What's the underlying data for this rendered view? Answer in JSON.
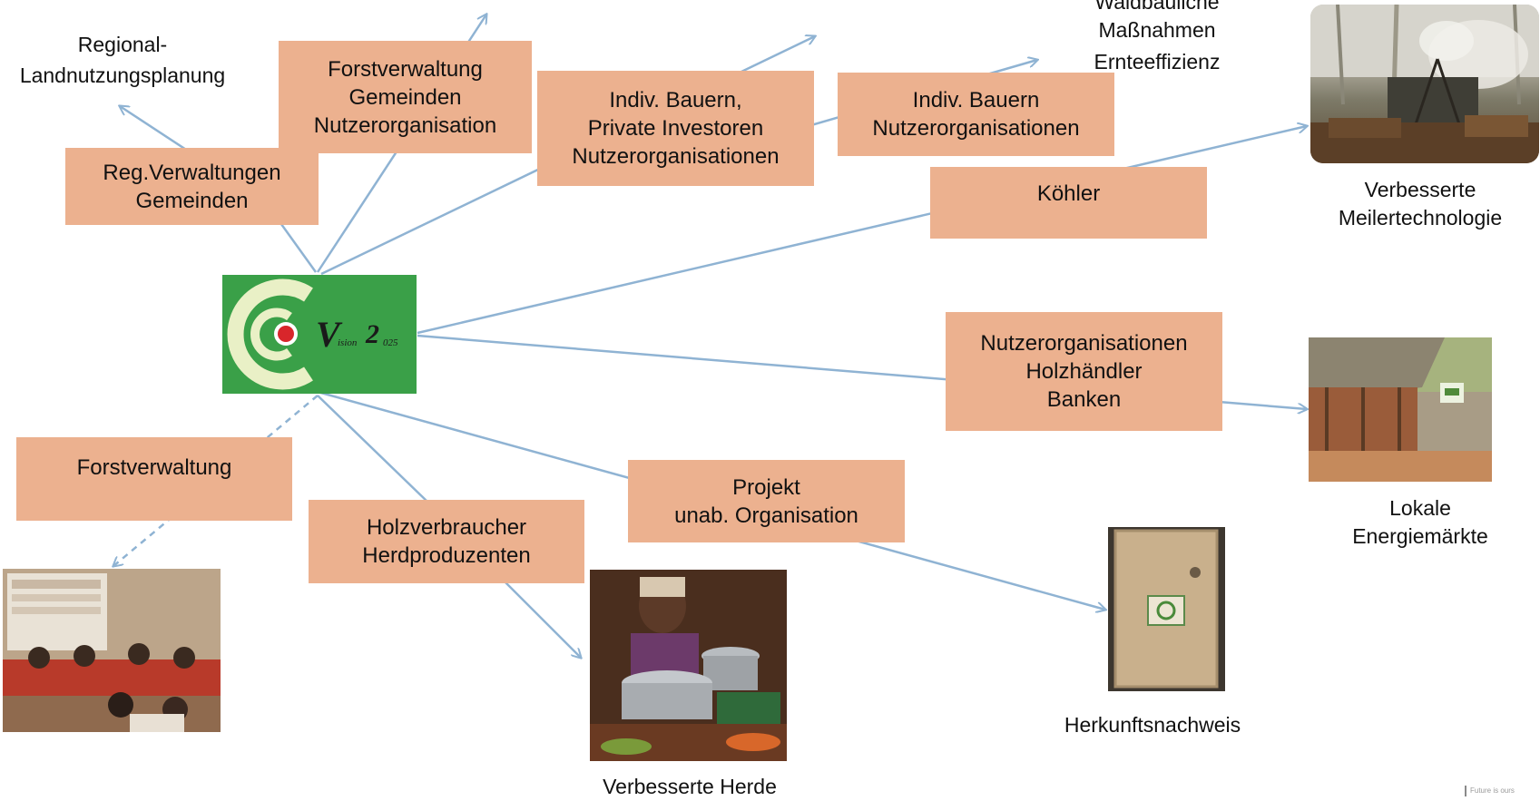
{
  "boxes": {
    "reg_verwaltung": [
      "Reg.Verwaltungen",
      "Gemeinden"
    ],
    "forst_gemeinden": [
      "Forstverwaltung",
      "Gemeinden",
      "Nutzerorganisation"
    ],
    "indiv_private": [
      "Indiv. Bauern,",
      "Private Investoren",
      "Nutzerorganisationen"
    ],
    "indiv_nutzer": [
      "Indiv. Bauern",
      "Nutzerorganisationen"
    ],
    "koehler": [
      "Köhler"
    ],
    "nutzer_holz": [
      "Nutzerorganisationen",
      "Holzhändler",
      "Banken"
    ],
    "forstverwaltung": [
      "Forstverwaltung"
    ],
    "holzverbraucher": [
      "Holzverbraucher",
      "Herdproduzenten"
    ],
    "projekt": [
      "Projekt",
      "unab. Organisation"
    ]
  },
  "labels": {
    "regional": [
      "Regional-",
      "Landnutzungsplanung"
    ],
    "waldbau": [
      "Waldbauliche",
      "Maßnahmen"
    ],
    "ernte": [
      "Ernteeffizienz"
    ],
    "meiler": [
      "Verbesserte",
      "Meilertechnologie"
    ],
    "energie": [
      "Lokale",
      "Energiemärkte"
    ],
    "herkunft": [
      "Herkunftsnachweis"
    ],
    "herde": [
      "Verbesserte Herde"
    ]
  },
  "logo": {
    "big_letter": "V",
    "small_text": "ision",
    "year": "2",
    "year_small": "025"
  },
  "footer": {
    "text": "Future is ours"
  },
  "colors": {
    "box": "#ecb18f",
    "arrow": "#8fb3d3",
    "logo_green": "#3aa048"
  }
}
